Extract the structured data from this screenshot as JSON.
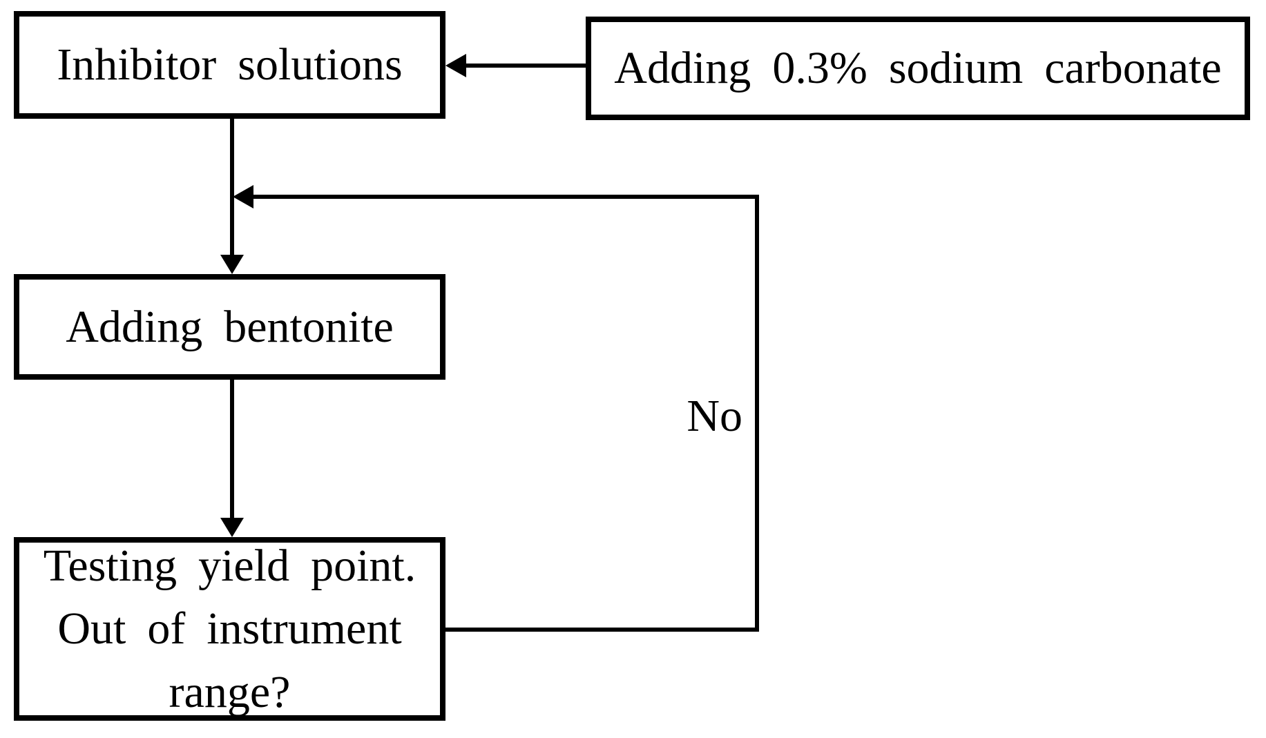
{
  "diagram": {
    "background_color": "#ffffff",
    "line_color": "#000000",
    "nodes": [
      {
        "id": "inhibitor-solutions",
        "label": "Inhibitor solutions"
      },
      {
        "id": "sodium-carbonate",
        "label": "Adding 0.3% sodium carbonate"
      },
      {
        "id": "adding-bentonite",
        "label": "Adding bentonite"
      },
      {
        "id": "testing-yield-point",
        "label": "Testing yield point.\nOut of instrument\nrange?"
      }
    ],
    "edges": [
      {
        "from": "sodium-carbonate",
        "to": "inhibitor-solutions",
        "label": ""
      },
      {
        "from": "inhibitor-solutions",
        "to": "adding-bentonite",
        "label": ""
      },
      {
        "from": "adding-bentonite",
        "to": "testing-yield-point",
        "label": ""
      },
      {
        "from": "testing-yield-point",
        "to": "arrow between inhibitor-solutions and adding-bentonite",
        "label": "No"
      }
    ]
  }
}
